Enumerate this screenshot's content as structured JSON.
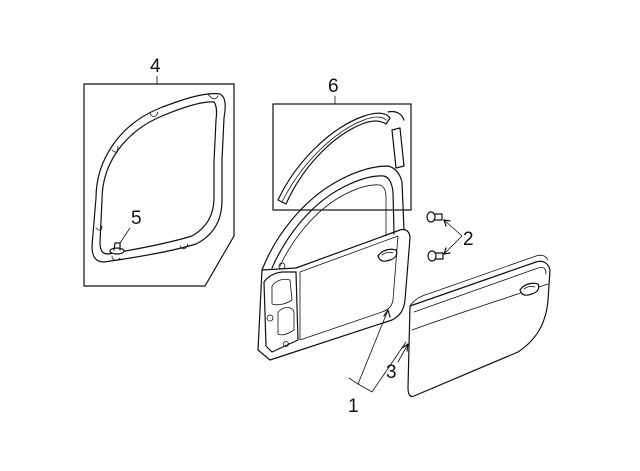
{
  "callouts": {
    "c1": "1",
    "c2": "2",
    "c3": "3",
    "c4": "4",
    "c5": "5",
    "c6": "6"
  },
  "parts": {
    "door_shell": "door-shell",
    "door_outer_panel": "door-outer-panel",
    "door_hinge_bolts": "hinge-bolts",
    "door_weatherstrip": "door-weatherstrip",
    "weatherstrip_clip": "weatherstrip-clip",
    "window_channel_run": "window-run-channel"
  },
  "colors": {
    "line": "#111111",
    "background": "#ffffff"
  }
}
